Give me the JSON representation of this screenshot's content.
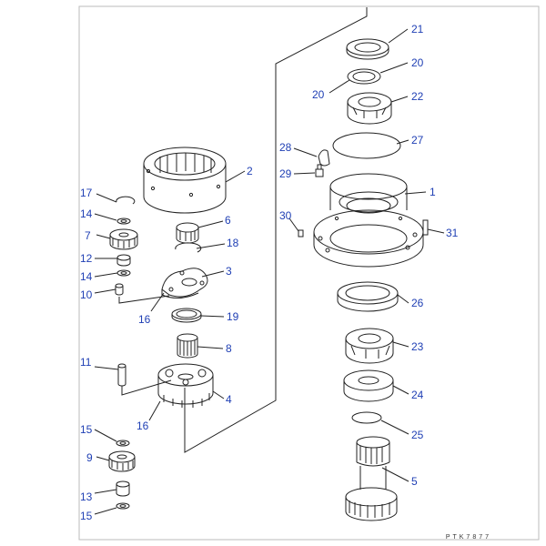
{
  "diagram": {
    "reference_code": "PTK7877",
    "colors": {
      "line": "#222222",
      "label": "#1f3fb4",
      "background": "#ffffff"
    },
    "parts": [
      {
        "id": "p1",
        "label": "1"
      },
      {
        "id": "p2",
        "label": "2"
      },
      {
        "id": "p3",
        "label": "3"
      },
      {
        "id": "p4",
        "label": "4"
      },
      {
        "id": "p5",
        "label": "5"
      },
      {
        "id": "p6",
        "label": "6"
      },
      {
        "id": "p7",
        "label": "7"
      },
      {
        "id": "p8",
        "label": "8"
      },
      {
        "id": "p9",
        "label": "9"
      },
      {
        "id": "p10",
        "label": "10"
      },
      {
        "id": "p11",
        "label": "11"
      },
      {
        "id": "p12",
        "label": "12"
      },
      {
        "id": "p13",
        "label": "13"
      },
      {
        "id": "p14a",
        "label": "14"
      },
      {
        "id": "p14b",
        "label": "14"
      },
      {
        "id": "p15a",
        "label": "15"
      },
      {
        "id": "p15b",
        "label": "15"
      },
      {
        "id": "p16a",
        "label": "16"
      },
      {
        "id": "p16b",
        "label": "16"
      },
      {
        "id": "p17",
        "label": "17"
      },
      {
        "id": "p18",
        "label": "18"
      },
      {
        "id": "p19",
        "label": "19"
      },
      {
        "id": "p20a",
        "label": "20"
      },
      {
        "id": "p20b",
        "label": "20"
      },
      {
        "id": "p21",
        "label": "21"
      },
      {
        "id": "p22",
        "label": "22"
      },
      {
        "id": "p23",
        "label": "23"
      },
      {
        "id": "p24",
        "label": "24"
      },
      {
        "id": "p25",
        "label": "25"
      },
      {
        "id": "p26",
        "label": "26"
      },
      {
        "id": "p27",
        "label": "27"
      },
      {
        "id": "p28",
        "label": "28"
      },
      {
        "id": "p29",
        "label": "29"
      },
      {
        "id": "p30",
        "label": "30"
      },
      {
        "id": "p31",
        "label": "31"
      }
    ]
  }
}
